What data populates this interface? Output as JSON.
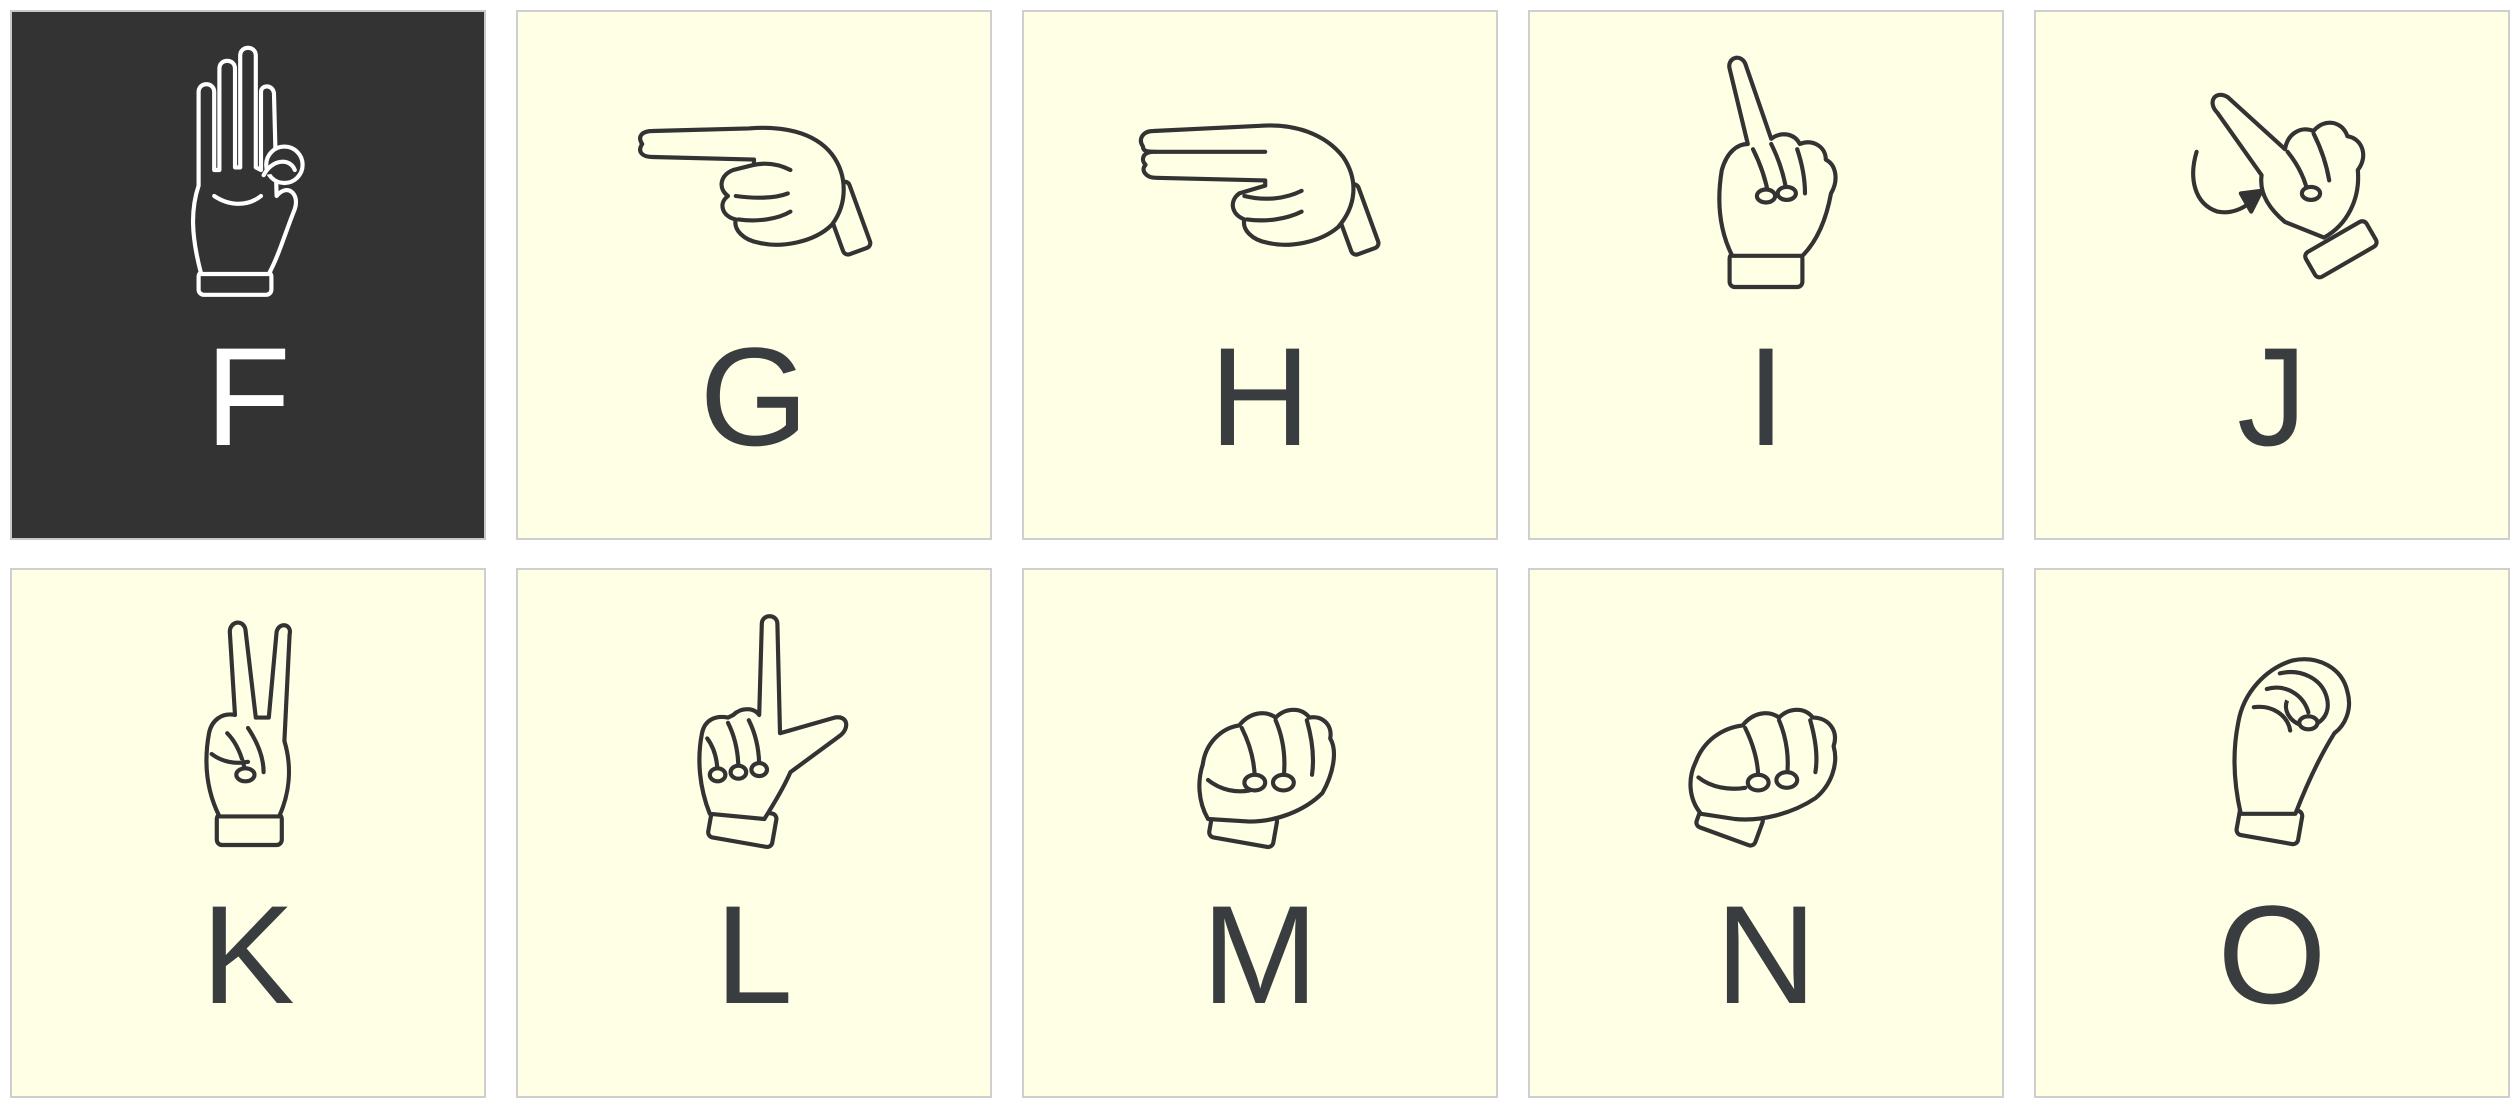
{
  "colors": {
    "card_background": "#ffffe6",
    "card_border": "#cfcfcf",
    "selected_background": "#333333",
    "letter_color": "#3a3d40",
    "selected_letter_color": "#ffffff"
  },
  "cards": [
    {
      "letter": "F",
      "icon": "asl-f-hand-icon",
      "selected": true
    },
    {
      "letter": "G",
      "icon": "asl-g-hand-icon",
      "selected": false
    },
    {
      "letter": "H",
      "icon": "asl-h-hand-icon",
      "selected": false
    },
    {
      "letter": "I",
      "icon": "asl-i-hand-icon",
      "selected": false
    },
    {
      "letter": "J",
      "icon": "asl-j-hand-icon",
      "selected": false
    },
    {
      "letter": "K",
      "icon": "asl-k-hand-icon",
      "selected": false
    },
    {
      "letter": "L",
      "icon": "asl-l-hand-icon",
      "selected": false
    },
    {
      "letter": "M",
      "icon": "asl-m-hand-icon",
      "selected": false
    },
    {
      "letter": "N",
      "icon": "asl-n-hand-icon",
      "selected": false
    },
    {
      "letter": "O",
      "icon": "asl-o-hand-icon",
      "selected": false
    }
  ]
}
